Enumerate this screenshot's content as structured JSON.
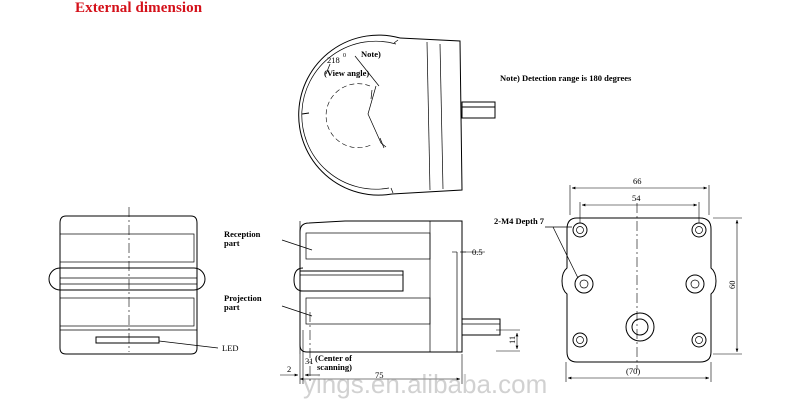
{
  "title": "External dimension",
  "top_view": {
    "angle_value": "218",
    "angle_unit": "0",
    "angle_note": "Note)",
    "angle_label": "(View angle)"
  },
  "note": "Note) Detection range is 180 degrees",
  "side_view": {
    "reception_line1": "Reception",
    "reception_line2": "part",
    "projection_line1": "Projection",
    "projection_line2": "part",
    "dim_gap": "0.5",
    "dim_11": "11",
    "dim_2": "2",
    "dim_31": "31",
    "center_line1": "(Center of",
    "center_line2": "scanning)",
    "dim_75": "75"
  },
  "front_view": {
    "led_label": "LED"
  },
  "bottom_view": {
    "dim_66": "66",
    "dim_54": "54",
    "hole_label": "2-M4 Depth 7",
    "dim_60": "60",
    "dim_70": "(70)"
  },
  "watermark": "yings.en.alibaba.com"
}
